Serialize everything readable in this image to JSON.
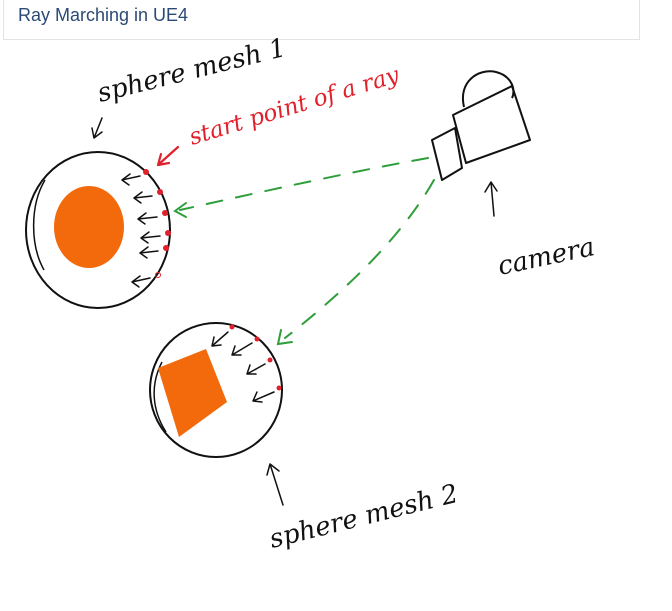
{
  "header": {
    "title": "Ray Marching in UE4"
  },
  "labels": {
    "sphere_mesh_1": "sphere mesh 1",
    "sphere_mesh_2": "sphere mesh 2",
    "start_point": "start point of a ray",
    "camera": "camera"
  },
  "colors": {
    "title": "#2b4a75",
    "ink": "#111111",
    "annotation_red": "#e0202a",
    "ray_green": "#2e9e3a",
    "object_fill": "#f26a0c"
  }
}
